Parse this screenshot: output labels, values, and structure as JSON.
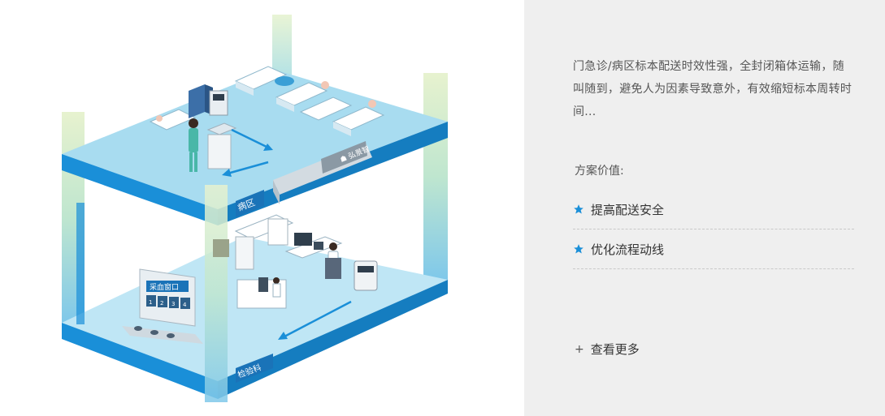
{
  "illustration": {
    "ward_label": "病区",
    "lab_label": "检验科",
    "window_label": "采血窗口",
    "window_numbers": [
      "1",
      "2",
      "3",
      "4"
    ]
  },
  "panel": {
    "description": "门急诊/病区标本配送时效性强，全封闭箱体运输，随叫随到，避免人为因素导致意外，有效缩短标本周转时间...",
    "value_heading": "方案价值:",
    "values": [
      "提高配送安全",
      "优化流程动线"
    ],
    "more_label": "查看更多"
  },
  "colors": {
    "accent": "#1a8fd8",
    "floor_top": "#a8dcf0",
    "floor_edge": "#1a8fd8",
    "panel_bg": "#efefef"
  },
  "icons": {
    "value_marker": "star-icon",
    "more_marker": "plus-icon"
  }
}
